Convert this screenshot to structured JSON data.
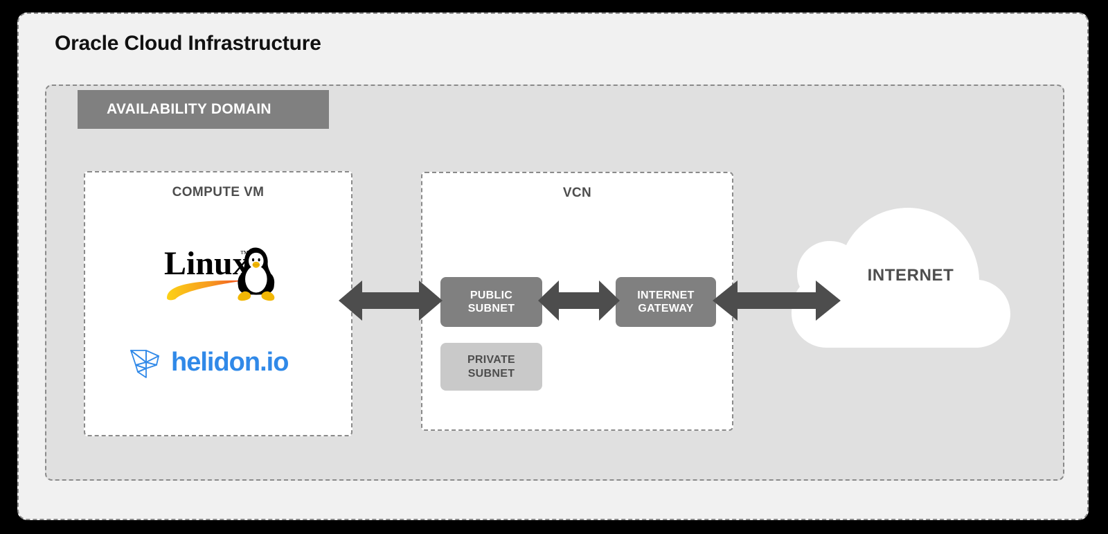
{
  "diagram": {
    "title": "Oracle Cloud Infrastructure",
    "type": "cloud-architecture-diagram"
  },
  "availability_domain": {
    "label": "AVAILABILITY DOMAIN"
  },
  "compute_zone": {
    "title": "COMPUTE VM",
    "logos": [
      {
        "name": "linux-logo",
        "text": "Linux"
      },
      {
        "name": "helidon-logo",
        "text": "helidon.io"
      }
    ]
  },
  "vcn_zone": {
    "title": "VCN",
    "nodes": [
      {
        "name": "public-subnet",
        "label": "PUBLIC\nSUBNET",
        "style": "dark"
      },
      {
        "name": "private-subnet",
        "label": "PRIVATE\nSUBNET",
        "style": "light"
      },
      {
        "name": "internet-gateway",
        "label": "INTERNET\nGATEWAY",
        "style": "dark"
      }
    ]
  },
  "internet": {
    "label": "INTERNET"
  },
  "connections": [
    {
      "name": "compute-to-public-subnet",
      "from": "COMPUTE VM",
      "to": "PUBLIC SUBNET",
      "direction": "bidirectional"
    },
    {
      "name": "public-subnet-to-internet-gateway",
      "from": "PUBLIC SUBNET",
      "to": "INTERNET GATEWAY",
      "direction": "bidirectional"
    },
    {
      "name": "internet-gateway-to-internet",
      "from": "INTERNET GATEWAY",
      "to": "INTERNET",
      "direction": "bidirectional"
    }
  ],
  "colors": {
    "page_background": "#000000",
    "oci_background": "#f1f1f1",
    "availability_domain_background": "#e0e0e0",
    "zone_background": "#ffffff",
    "dashed_border": "#8a8a8a",
    "node_dark": "#808080",
    "node_light": "#c9c9c9",
    "arrow": "#4d4d4d",
    "cloud": "#ffffff",
    "helidon_blue": "#3089e8",
    "text_dark": "#4d4d4d",
    "text_light": "#ffffff"
  }
}
